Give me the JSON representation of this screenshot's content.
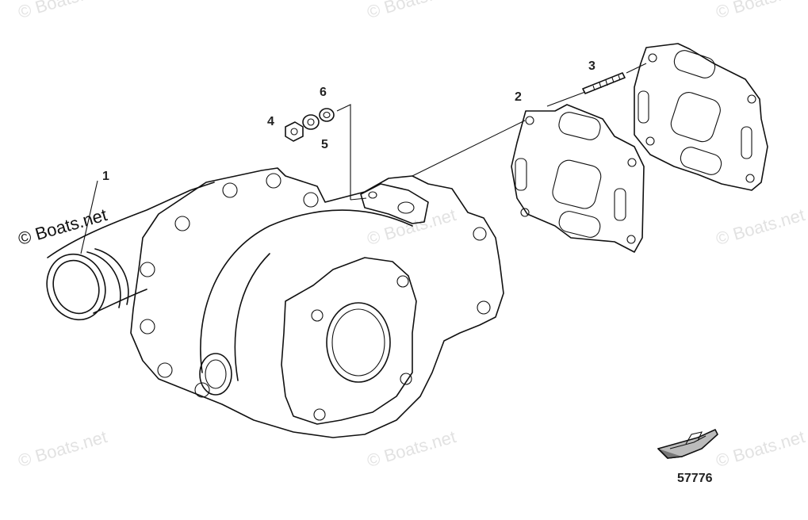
{
  "watermark": {
    "text": "© Boats.net"
  },
  "callouts": [
    {
      "id": "1",
      "label": "1"
    },
    {
      "id": "2",
      "label": "2"
    },
    {
      "id": "3",
      "label": "3"
    },
    {
      "id": "4",
      "label": "4"
    },
    {
      "id": "5",
      "label": "5"
    },
    {
      "id": "6",
      "label": "6"
    }
  ],
  "figure_id": "57776",
  "parts": {
    "1": "pump-housing",
    "2": "gasket",
    "3": "stud",
    "4": "nut",
    "5": "washer",
    "6": "lockwasher"
  },
  "icons": {
    "boat": "boat-icon"
  }
}
